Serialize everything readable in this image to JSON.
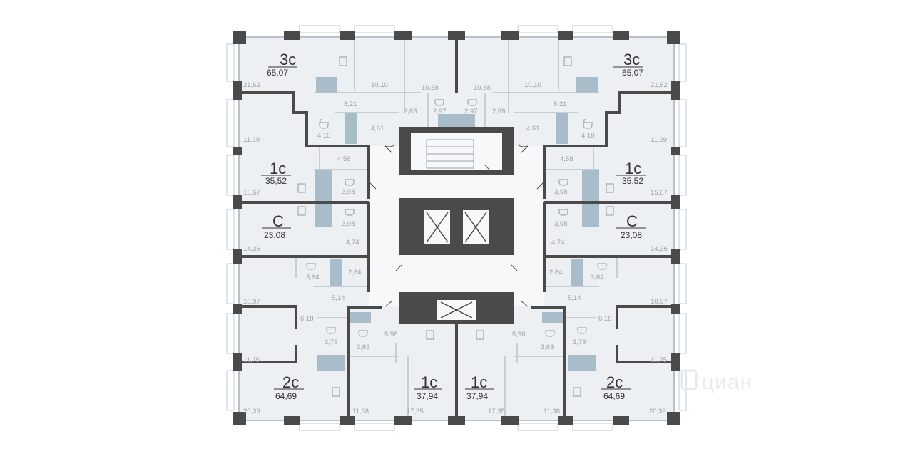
{
  "colors": {
    "wall": "#4a4a4a",
    "room_fill": "#edf0f3",
    "corridor_fill": "#f7f8fa",
    "wet_zone": "#a9bcca",
    "outline": "#b8c2cc",
    "text": "#333333",
    "muted_text": "#9aa2ab"
  },
  "watermark": "циан",
  "apartments": [
    {
      "id": "nw-3c",
      "type": "3с",
      "area": "65,07"
    },
    {
      "id": "ne-3c",
      "type": "3с",
      "area": "65,07"
    },
    {
      "id": "w-1c",
      "type": "1с",
      "area": "35,52"
    },
    {
      "id": "e-1c",
      "type": "1с",
      "area": "35,52"
    },
    {
      "id": "w-c",
      "type": "С",
      "area": "23,08"
    },
    {
      "id": "e-c",
      "type": "С",
      "area": "23,08"
    },
    {
      "id": "sw-2c",
      "type": "2с",
      "area": "64,69"
    },
    {
      "id": "se-2c",
      "type": "2с",
      "area": "64,69"
    },
    {
      "id": "sc-1c",
      "type": "1с",
      "area": "37,94"
    },
    {
      "id": "sc2-1c",
      "type": "1с",
      "area": "37,94"
    }
  ],
  "room_areas": [
    "21,62",
    "10,10",
    "10,58",
    "10,58",
    "10,10",
    "21,62",
    "8,21",
    "8,21",
    "2,88",
    "2,97",
    "2,97",
    "2,88",
    "4,10",
    "4,61",
    "4,61",
    "4,10",
    "11,29",
    "11,29",
    "4,58",
    "4,58",
    "3,98",
    "3,98",
    "15,67",
    "15,67",
    "3,98",
    "3,98",
    "4,74",
    "4,74",
    "14,36",
    "14,36",
    "3,64",
    "2,84",
    "2,84",
    "3,64",
    "5,14",
    "5,14",
    "10,97",
    "10,97",
    "6,18",
    "6,18",
    "3,78",
    "3,78",
    "3,63",
    "5,58",
    "5,58",
    "3,63",
    "11,75",
    "11,75",
    "11,38",
    "17,35",
    "17,35",
    "11,38",
    "20,39",
    "20,39"
  ]
}
